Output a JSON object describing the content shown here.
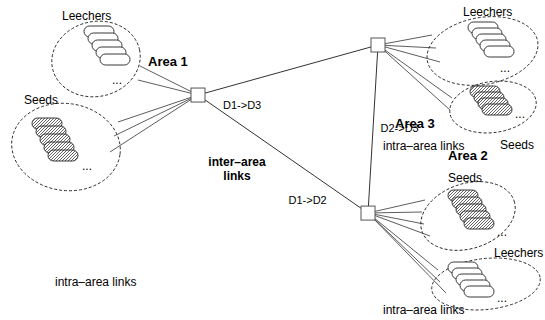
{
  "diagram": {
    "nodes": [
      {
        "text": [
          "Area 1"
        ]
      },
      {
        "text": [
          "Leechers"
        ]
      },
      {
        "text": [
          "Seeds"
        ]
      },
      {
        "text": [
          "Area 3"
        ]
      },
      {
        "text": [
          "Leechers"
        ],
        "in": 3
      },
      {
        "text": [
          "Seeds"
        ],
        "in": 3
      },
      {
        "text": [
          "Area 2"
        ]
      },
      {
        "text": [
          "Seeds"
        ],
        "in": 6
      },
      {
        "text": [
          "Leechers"
        ],
        "in": 6
      }
    ],
    "edges": [
      {
        "from": 0,
        "to": 3,
        "label": "D1->D3",
        "arrow": "none"
      },
      {
        "from": 6,
        "to": 3,
        "label": "D2->D3",
        "arrow": "none"
      },
      {
        "from": 0,
        "to": 6,
        "label": "D1->D2",
        "arrow": "none"
      }
    ],
    "labels": [
      "inter–area links",
      "intra–area links",
      "intra–area links",
      "intra–area links",
      "...",
      "...",
      "...",
      "...",
      "...",
      "..."
    ]
  }
}
